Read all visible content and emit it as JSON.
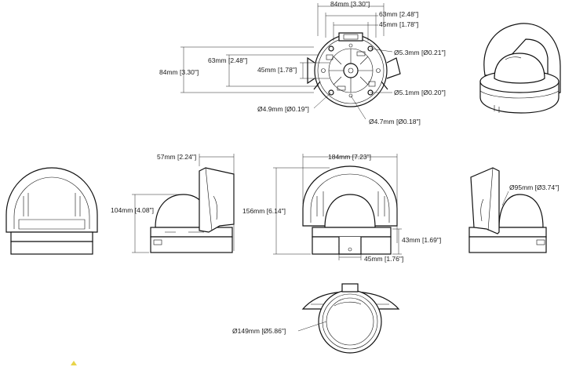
{
  "dimensions": {
    "top_width_outer": "84mm [3.30\"]",
    "top_width_mid": "63mm [2.48\"]",
    "top_width_inner": "45mm [1.78\"]",
    "left_height_outer": "84mm [3.30\"]",
    "left_height_mid": "63mm [2.48\"]",
    "left_height_inner": "45mm [1.78\"]",
    "hole_5_3": "Ø5.3mm [Ø0.21\"]",
    "hole_5_1": "Ø5.1mm [Ø0.20\"]",
    "hole_4_9": "Ø4.9mm [Ø0.19\"]",
    "hole_4_7": "Ø4.7mm [Ø0.18\"]",
    "shield_depth": "57mm [2.24\"]",
    "side_height": "104mm [4.08\"]",
    "front_width": "184mm [7.23\"]",
    "front_height": "156mm [6.14\"]",
    "base_height": "43mm [1.69\"]",
    "connector_width": "45mm [1.76\"]",
    "dome_diameter": "Ø95mm [Ø3.74\"]",
    "shield_diameter": "Ø149mm [Ø5.86\"]"
  }
}
